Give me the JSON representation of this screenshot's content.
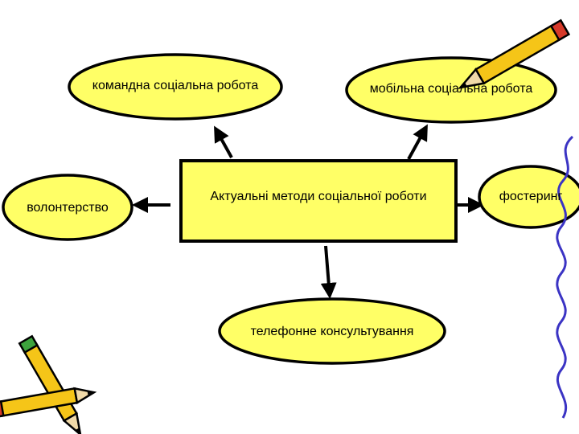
{
  "diagram": {
    "center": {
      "label": "Актуальні методи соціальної роботи"
    },
    "nodes": {
      "team": {
        "label": "командна соціальна робота"
      },
      "mobile": {
        "label": "мобільна соціальна робота"
      },
      "volunteer": {
        "label": "волонтерство"
      },
      "fostering": {
        "label": "фостеринг"
      },
      "phone": {
        "label": "телефонне консультування"
      }
    }
  },
  "colors": {
    "fill": "#FFFF66",
    "stroke": "#000000",
    "pencil_yellow": "#F5C518",
    "pencil_red": "#D63A2A",
    "pencil_green": "#3DA33D",
    "squiggle": "#3B34C4"
  },
  "decorations": {
    "icons": [
      "pencil-icon",
      "pencil-icon",
      "pencil-icon",
      "squiggle-line-icon"
    ]
  }
}
